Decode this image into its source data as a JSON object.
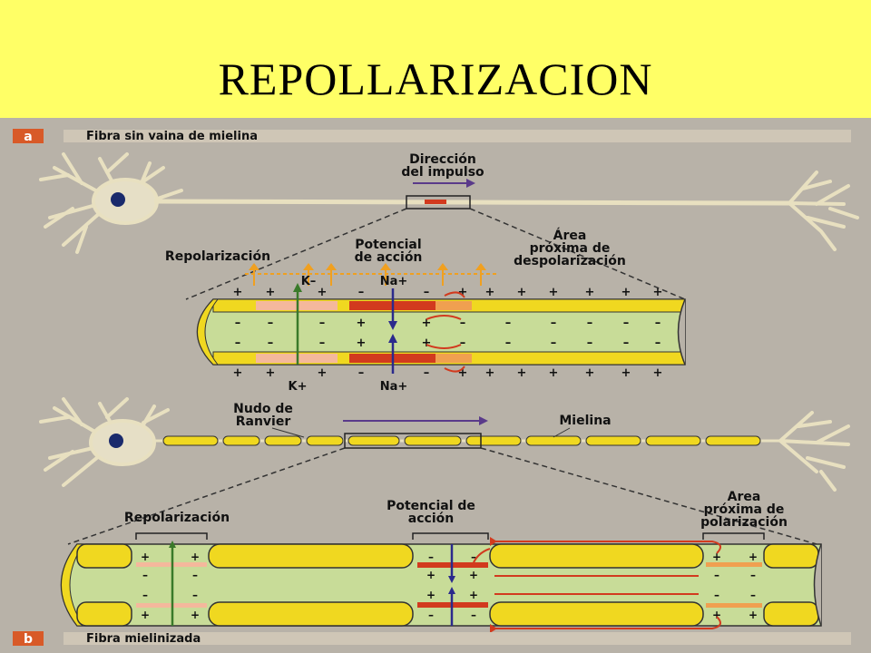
{
  "slide": {
    "title": "REPOLLARIZACION"
  },
  "panel_a": {
    "letter": "a",
    "header": "Fibra sin vaina de mielina",
    "direction": [
      "Dirección",
      "del impulso"
    ],
    "repolarization": "Repolarización",
    "action_potential": [
      "Potencial",
      "de acción"
    ],
    "next_area": [
      "Área",
      "próxima de",
      "despolarización"
    ],
    "k_top": "K–",
    "na_top": "Na+",
    "k_bottom": "K+",
    "na_bottom": "Na+"
  },
  "panel_b": {
    "letter": "b",
    "header": "Fibra mielinizada",
    "node": [
      "Nudo de",
      "Ranvier"
    ],
    "myelin": "Mielina",
    "repolarization": "Repolarización",
    "action_potential": [
      "Potencial de",
      "acción"
    ],
    "next_area": [
      "Area",
      "próxima de",
      "polarización"
    ]
  },
  "colors": {
    "slide_bg": "#ffff66",
    "figure_bg": "#b8b2a8",
    "membrane": "#f0d820",
    "axon_core": "#c8dc98",
    "depolarized": "#d23a1e",
    "repolarized": "#f4b89c",
    "ion_arrow": "#2b2a8c",
    "direction_arrow": "#5a3a8a",
    "label_arrow": "#f0a020"
  }
}
